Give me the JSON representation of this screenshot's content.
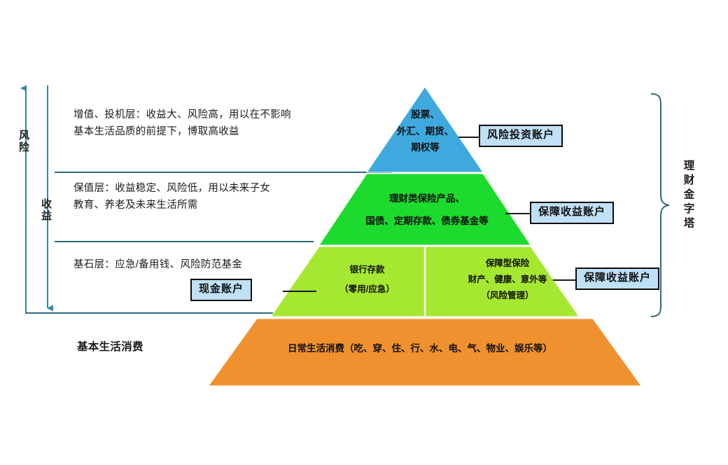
{
  "axes": {
    "risk_label": "风险",
    "return_label": "收益",
    "risk_direction": "up",
    "return_direction": "down",
    "axis_color": "#2e8c9e"
  },
  "descriptions": {
    "top_line1": "增值、投机层：收益大、风险高，用以在不影响",
    "top_line2": "基本生活品质的前提下，博取高收益",
    "mid_line1": "保值层：收益稳定、风险低，用以未来子女",
    "mid_line2": "教育、养老及未来生活所需",
    "base_line1": "基石层：应急/备用钱、风险防范基金",
    "bottom_label": "基本生活消费"
  },
  "pyramid": {
    "title": "理财金字塔",
    "tiers": [
      {
        "name": "top",
        "color": "#3fa9dd",
        "lines": [
          "股票、",
          "外汇、期货、",
          "期权等"
        ]
      },
      {
        "name": "middle",
        "color": "#1ddb2e",
        "lines": [
          "理财类保险产品、",
          "国债、定期存款、债券基金等"
        ]
      },
      {
        "name": "base-left",
        "color": "#a6e831",
        "lines": [
          "银行存款",
          "（零用/应急）"
        ]
      },
      {
        "name": "base-right",
        "color": "#a6e831",
        "lines": [
          "保障型保险",
          "财产、健康、意外等",
          "（风险管理）"
        ]
      },
      {
        "name": "bottom",
        "color": "#f0912f",
        "lines": [
          "日常生活消费（吃、穿、住、行、水、电、气、物业、娱乐等）"
        ]
      }
    ]
  },
  "callouts": {
    "risk_investment_account": "风险投资账户",
    "guaranteed_return_account": "保障收益账户",
    "cash_account": "现金账户",
    "protection_account": "保障收益账户",
    "fill_color": "#bfe0f5",
    "border_color": "#0d0d0d"
  }
}
